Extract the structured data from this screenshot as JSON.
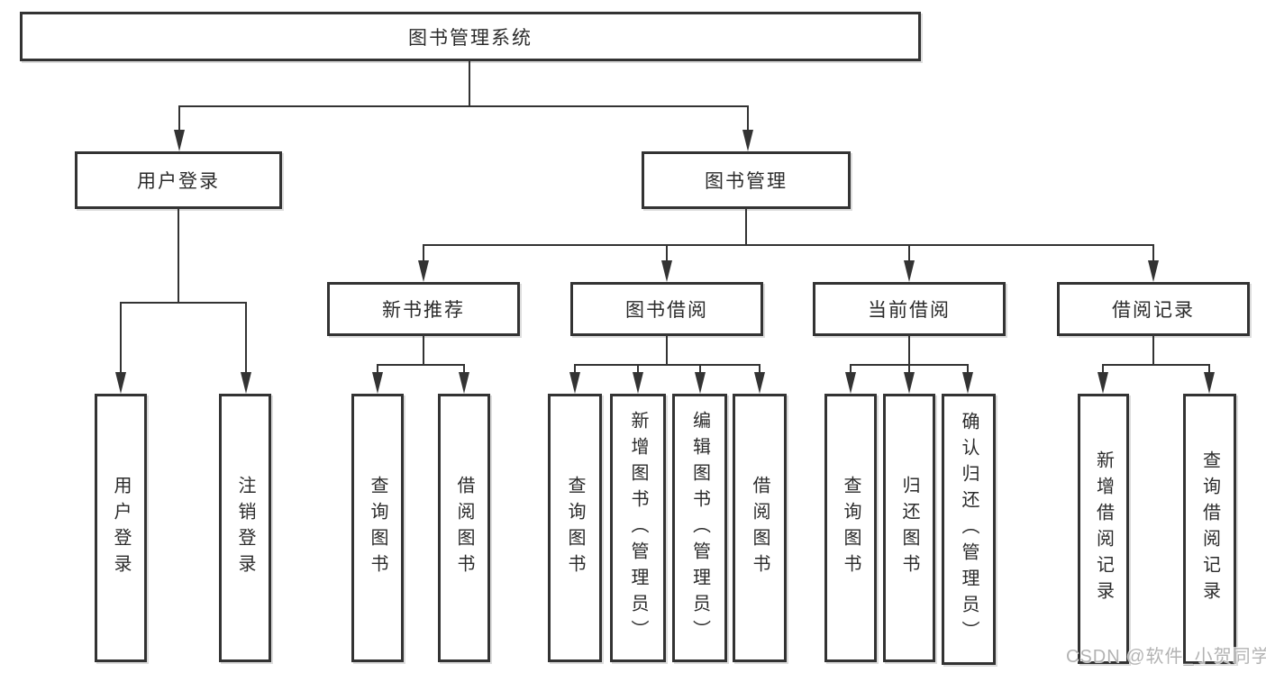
{
  "diagram": {
    "root": {
      "label": "图书管理系统"
    },
    "branches": [
      {
        "label": "用户登录",
        "children": [
          {
            "label": "用户登录"
          },
          {
            "label": "注销登录"
          }
        ]
      },
      {
        "label": "图书管理",
        "children": [
          {
            "label": "新书推荐",
            "children": [
              {
                "label": "查询图书"
              },
              {
                "label": "借阅图书"
              }
            ]
          },
          {
            "label": "图书借阅",
            "children": [
              {
                "label": "查询图书"
              },
              {
                "label": "新增图书（管理员）"
              },
              {
                "label": "编辑图书（管理员）"
              },
              {
                "label": "借阅图书"
              }
            ]
          },
          {
            "label": "当前借阅",
            "children": [
              {
                "label": "查询图书"
              },
              {
                "label": "归还图书"
              },
              {
                "label": "确认归还（管理员）"
              }
            ]
          },
          {
            "label": "借阅记录",
            "children": [
              {
                "label": "新增借阅记录"
              },
              {
                "label": "查询借阅记录"
              }
            ]
          }
        ]
      }
    ],
    "watermark": "CSDN @软件_小贺同学",
    "colors": {
      "line": "#333333",
      "text": "#2b2b2b",
      "box_background": "#ffffff",
      "page_background": "#ffffff",
      "watermark": "#b3b3b3"
    }
  }
}
